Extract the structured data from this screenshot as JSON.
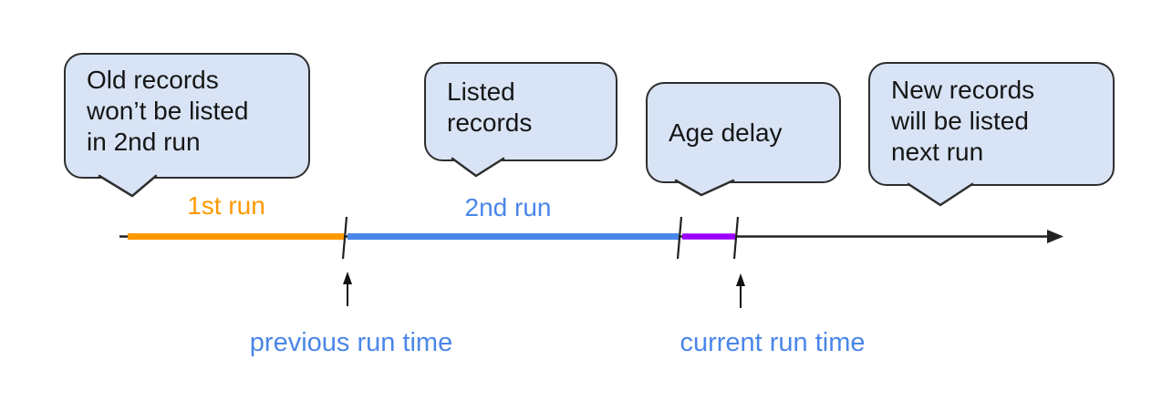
{
  "diagram_title": "",
  "colors": {
    "callout_fill": "#d8e4f5",
    "callout_border": "#2e2e2e",
    "run1_orange": "#ff9900",
    "run2_blue": "#4a86e8",
    "age_delay_purple": "#9900ff",
    "axis_black": "#212121",
    "marker_label_blue": "#4a86e8"
  },
  "callouts": {
    "old_records": {
      "lines": [
        "Old records",
        "won’t be listed",
        "in 2nd run"
      ]
    },
    "listed_records": {
      "lines": [
        "Listed",
        "records"
      ]
    },
    "age_delay": {
      "lines": [
        "Age delay"
      ]
    },
    "new_records": {
      "lines": [
        "New records",
        "will be listed",
        "next run"
      ]
    }
  },
  "timeline": {
    "segment_labels": {
      "run1": "1st run",
      "run2": "2nd run"
    },
    "marker_labels": {
      "previous": "previous run time",
      "current": "current run time"
    }
  }
}
